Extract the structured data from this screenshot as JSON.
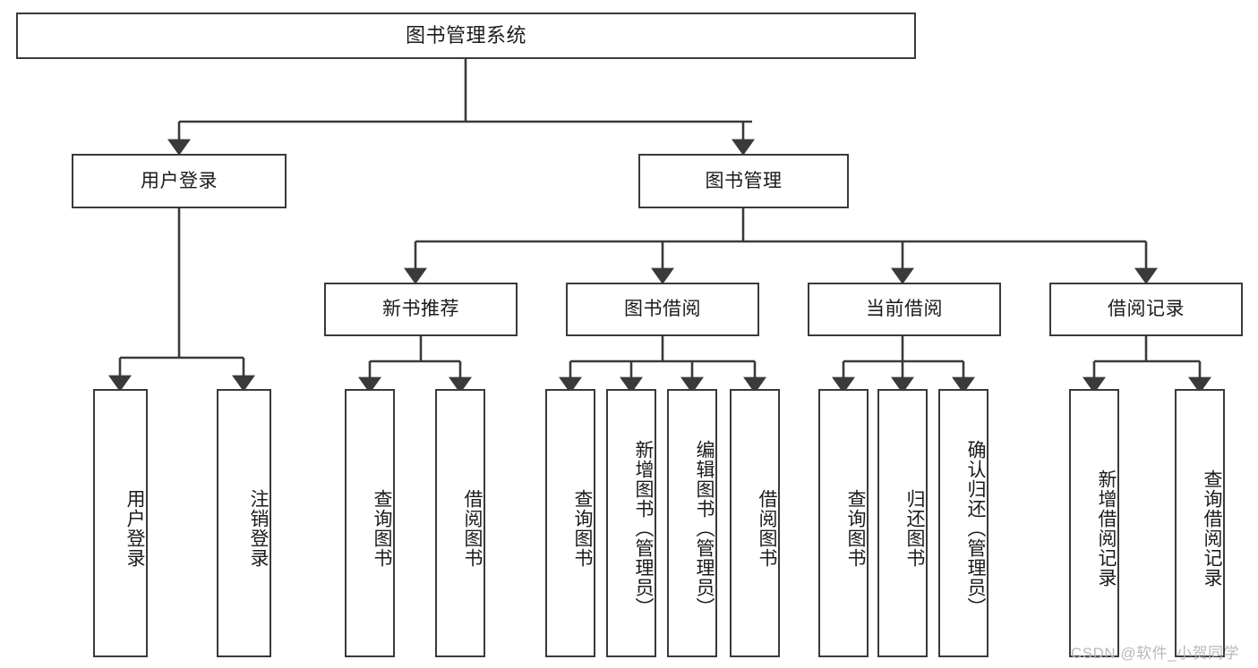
{
  "diagram": {
    "type": "tree-hierarchy",
    "title": "图书管理系统",
    "root": {
      "label": "图书管理系统"
    },
    "level1": [
      {
        "id": "user-login",
        "label": "用户登录"
      },
      {
        "id": "book-manage",
        "label": "图书管理"
      }
    ],
    "level2": [
      {
        "id": "new-book-recommend",
        "label": "新书推荐",
        "parent": "book-manage"
      },
      {
        "id": "book-borrow",
        "label": "图书借阅",
        "parent": "book-manage"
      },
      {
        "id": "current-borrow",
        "label": "当前借阅",
        "parent": "book-manage"
      },
      {
        "id": "borrow-record",
        "label": "借阅记录",
        "parent": "book-manage"
      }
    ],
    "leaves": [
      {
        "id": "leaf-user-login",
        "label": "用户登录",
        "parent": "user-login"
      },
      {
        "id": "leaf-logout",
        "label": "注销登录",
        "parent": "user-login"
      },
      {
        "id": "leaf-query-book-1",
        "label": "查询图书",
        "parent": "new-book-recommend"
      },
      {
        "id": "leaf-borrow-book-1",
        "label": "借阅图书",
        "parent": "new-book-recommend"
      },
      {
        "id": "leaf-query-book-2",
        "label": "查询图书",
        "parent": "book-borrow"
      },
      {
        "id": "leaf-add-book",
        "label": "新增图书（管理员）",
        "parent": "book-borrow"
      },
      {
        "id": "leaf-edit-book",
        "label": "编辑图书（管理员）",
        "parent": "book-borrow"
      },
      {
        "id": "leaf-borrow-book-2",
        "label": "借阅图书",
        "parent": "book-borrow"
      },
      {
        "id": "leaf-query-book-3",
        "label": "查询图书",
        "parent": "current-borrow"
      },
      {
        "id": "leaf-return-book",
        "label": "归还图书",
        "parent": "current-borrow"
      },
      {
        "id": "leaf-confirm-return",
        "label": "确认归还（管理员）",
        "parent": "current-borrow"
      },
      {
        "id": "leaf-add-record",
        "label": "新增借阅记录",
        "parent": "borrow-record"
      },
      {
        "id": "leaf-query-record",
        "label": "查询借阅记录",
        "parent": "borrow-record"
      }
    ],
    "colors": {
      "stroke": "#3a3a3a",
      "fill": "#ffffff",
      "text": "#1b1b1b",
      "watermark": "#b9b9b9"
    }
  },
  "watermark": {
    "text": "CSDN @软件_小贺同学"
  }
}
